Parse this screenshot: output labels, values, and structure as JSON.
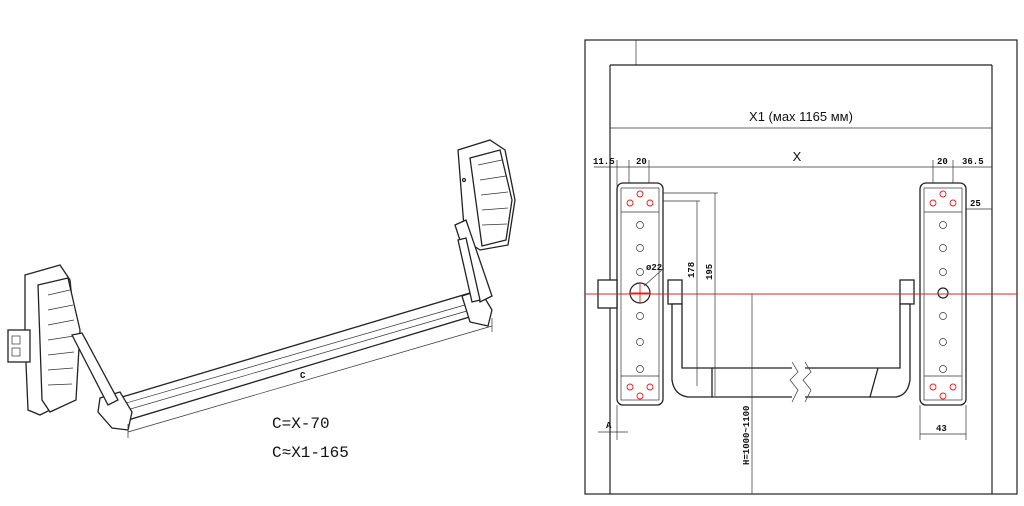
{
  "perspective_view": {
    "length_label": "C",
    "formula_1": "C=X-70",
    "formula_2": "C≈X1-165"
  },
  "plan_view": {
    "x1_label": "X1 (мах 1165 мм)",
    "x_label": "X",
    "dim_left_offset": "11.5",
    "dim_left_width": "20",
    "dim_right_width": "20",
    "dim_right_offset": "36.5",
    "dim_right_top": "25",
    "dim_hole": "ø22",
    "dim_178": "178",
    "dim_195": "195",
    "dim_height": "H=1000~1100",
    "dim_a": "A",
    "dim_43": "43"
  }
}
